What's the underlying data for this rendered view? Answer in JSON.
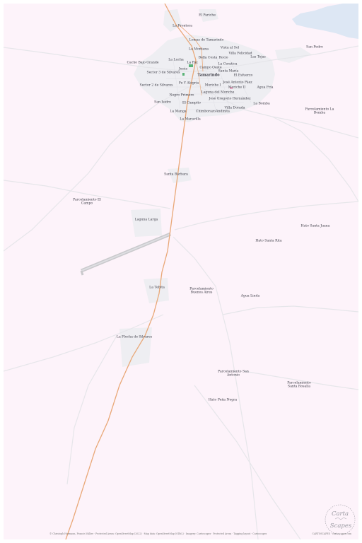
{
  "colors": {
    "land": "#fdf3fa",
    "settlement": "#eeeef2",
    "water": "#dde7f4",
    "road_major": "#e9a878",
    "road_minor": "#ececee",
    "park": "#5ab377",
    "runway": "#c9c9cc"
  },
  "places": [
    {
      "name": "El Pariche"
    },
    {
      "name": "La Frontera"
    },
    {
      "name": "Lomas de Tamarindo"
    },
    {
      "name": "Vista al Sol"
    },
    {
      "name": "San Pedro"
    },
    {
      "name": "La Montana"
    },
    {
      "name": "Villa Felicidad"
    },
    {
      "name": "Las Tejas"
    },
    {
      "name": "Cacho Bajo Grande"
    },
    {
      "name": "La Lucha"
    },
    {
      "name": "Bella Costa"
    },
    {
      "name": "Rocio"
    },
    {
      "name": "La Paz"
    },
    {
      "name": "La Ceratica"
    },
    {
      "name": "Jesús"
    },
    {
      "name": "Campo Oeste"
    },
    {
      "name": "Santa María"
    },
    {
      "name": "Sector 3 de Silvares"
    },
    {
      "name": "Tamarindo"
    },
    {
      "name": "El Esfuerzo"
    },
    {
      "name": "José Antonio Páez"
    },
    {
      "name": "Sector 2 de Silvares"
    },
    {
      "name": "Fe Y Alegría"
    },
    {
      "name": "Moriche I"
    },
    {
      "name": "Moriche II"
    },
    {
      "name": "Agua Fría"
    },
    {
      "name": "Laguna del Moriche"
    },
    {
      "name": "Negro Primero"
    },
    {
      "name": "José Gregorio Hernández"
    },
    {
      "name": "San Isidro"
    },
    {
      "name": "El Campito"
    },
    {
      "name": "La Bomba"
    },
    {
      "name": "Villa Dorada"
    },
    {
      "name": "Parcelamiento La Bomba"
    },
    {
      "name": "La Manga"
    },
    {
      "name": "Chimborazo"
    },
    {
      "name": "Andinita"
    },
    {
      "name": "La Maravilla"
    },
    {
      "name": "Santa Bárbara"
    },
    {
      "name": "Parcelamiento El Campo"
    },
    {
      "name": "Laguna Larga"
    },
    {
      "name": "Hato Santa Juana"
    },
    {
      "name": "Hato Santa Rita"
    },
    {
      "name": "La Tebita"
    },
    {
      "name": "Parcelamiento Buenos Aires"
    },
    {
      "name": "Agua Linda"
    },
    {
      "name": "La Flecha de Silvares"
    },
    {
      "name": "Parcelamiento San Antonio"
    },
    {
      "name": "Parcelamiento Santa Rosalía"
    },
    {
      "name": "Hato Peña Negra"
    }
  ],
  "attribution": "© Christoph Hormann, Francis Vallier · Protected Areas: OpenStreetMap (2022) · Map data: OpenStreetMap (ODbL) · Imagery: Cartoscapes · Protected Areas · Tagging layout · Cartoscapes",
  "credit": "CARTOSCAPES · cartoscapes.com",
  "logo": {
    "word1": "Carta",
    "word2": "Scapes"
  }
}
